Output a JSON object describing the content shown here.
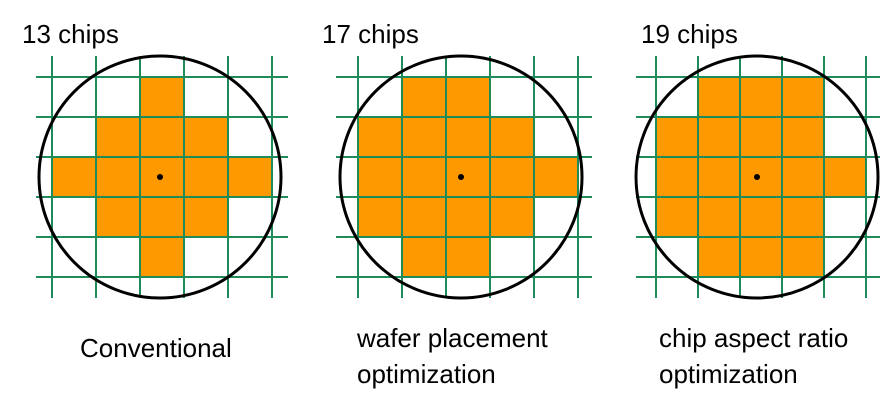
{
  "colors": {
    "chip": "#ff9900",
    "grid": "#1e8c5a",
    "wafer_outline": "#000000",
    "center_dot": "#000000"
  },
  "panels": [
    {
      "count_label": "13 chips",
      "caption_lines": [
        "Conventional"
      ],
      "chips": [
        [
          0,
          2
        ],
        [
          1,
          1
        ],
        [
          1,
          2
        ],
        [
          1,
          3
        ],
        [
          2,
          0
        ],
        [
          2,
          1
        ],
        [
          2,
          2
        ],
        [
          2,
          3
        ],
        [
          2,
          4
        ],
        [
          3,
          1
        ],
        [
          3,
          2
        ],
        [
          3,
          3
        ],
        [
          4,
          2
        ]
      ]
    },
    {
      "count_label": "17 chips",
      "caption_lines": [
        "wafer placement",
        "optimization"
      ],
      "chips": [
        [
          0,
          1
        ],
        [
          0,
          2
        ],
        [
          1,
          0
        ],
        [
          1,
          1
        ],
        [
          1,
          2
        ],
        [
          1,
          3
        ],
        [
          2,
          0
        ],
        [
          2,
          1
        ],
        [
          2,
          2
        ],
        [
          2,
          3
        ],
        [
          2,
          4
        ],
        [
          3,
          0
        ],
        [
          3,
          1
        ],
        [
          3,
          2
        ],
        [
          3,
          3
        ],
        [
          4,
          1
        ],
        [
          4,
          2
        ]
      ]
    },
    {
      "count_label": "19 chips",
      "caption_lines": [
        "chip aspect ratio",
        "optimization"
      ],
      "chips": [
        [
          0,
          1
        ],
        [
          0,
          2
        ],
        [
          0,
          3
        ],
        [
          1,
          0
        ],
        [
          1,
          1
        ],
        [
          1,
          2
        ],
        [
          1,
          3
        ],
        [
          2,
          0
        ],
        [
          2,
          1
        ],
        [
          2,
          2
        ],
        [
          2,
          3
        ],
        [
          2,
          4
        ],
        [
          3,
          0
        ],
        [
          3,
          1
        ],
        [
          3,
          2
        ],
        [
          3,
          3
        ],
        [
          4,
          1
        ],
        [
          4,
          2
        ],
        [
          4,
          3
        ]
      ]
    }
  ]
}
